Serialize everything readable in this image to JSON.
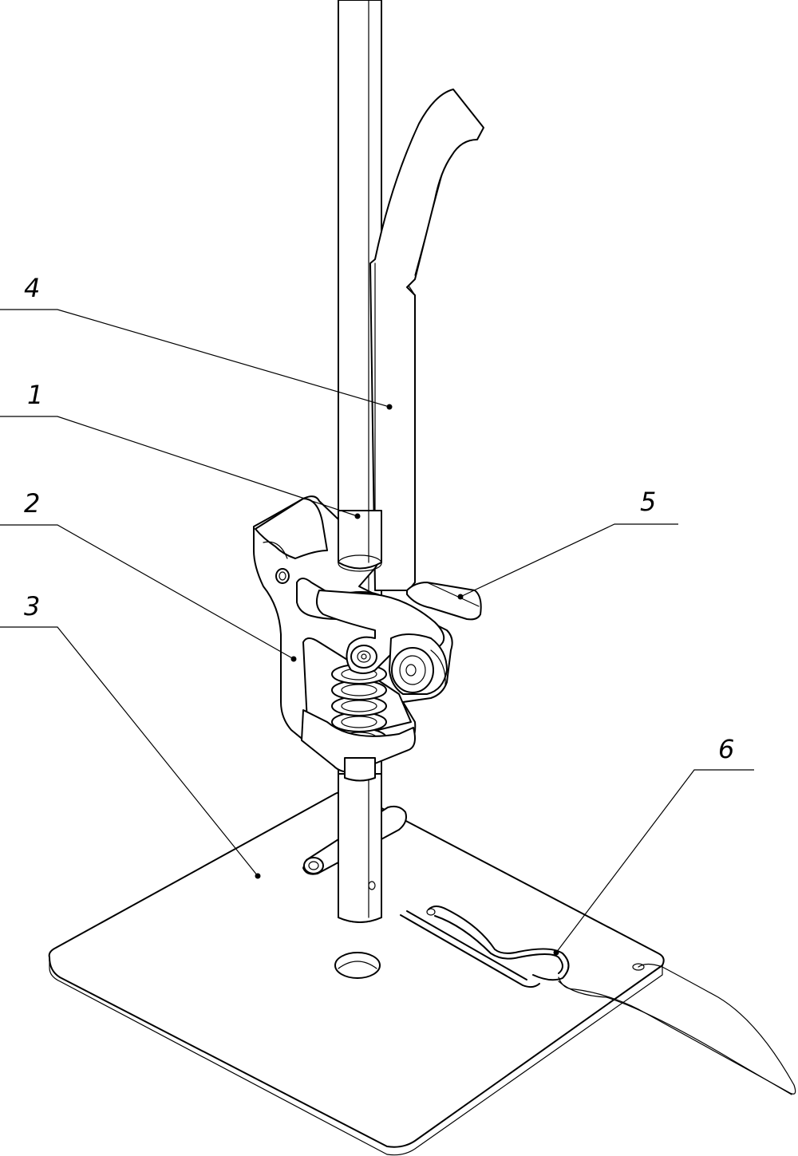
{
  "callouts": [
    {
      "id": "4",
      "label": "4"
    },
    {
      "id": "1",
      "label": "1"
    },
    {
      "id": "2",
      "label": "2"
    },
    {
      "id": "3",
      "label": "3"
    },
    {
      "id": "5",
      "label": "5"
    },
    {
      "id": "6",
      "label": "6"
    }
  ]
}
